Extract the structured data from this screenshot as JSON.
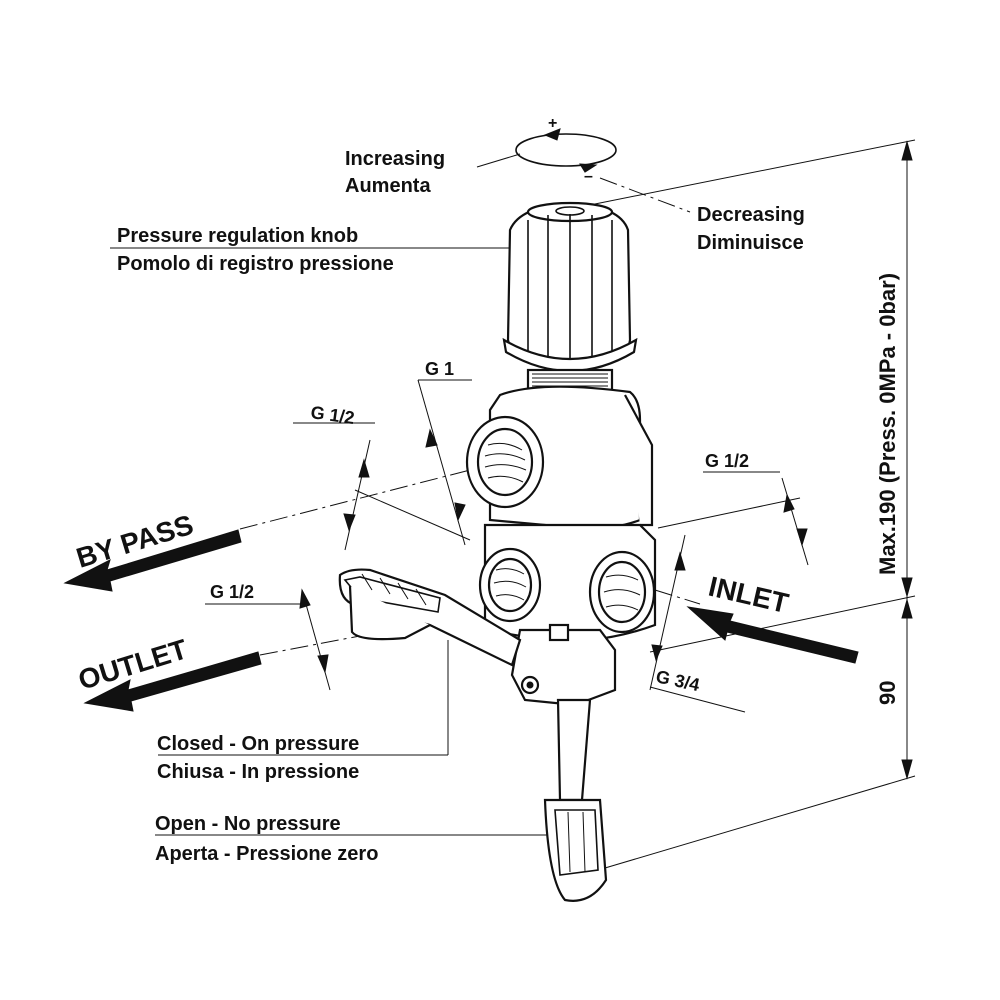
{
  "labels": {
    "increasing_en": "Increasing",
    "increasing_it": "Aumenta",
    "decreasing_en": "Decreasing",
    "decreasing_it": "Diminuisce",
    "plus": "+",
    "minus": "–",
    "knob_en": "Pressure regulation knob",
    "knob_it": "Pomolo di registro pressione",
    "g1": "G 1",
    "g12_left_top": "G 1/2",
    "g12_left_bottom": "G 1/2",
    "g12_right": "G 1/2",
    "g34": "G 3/4",
    "bypass": "BY PASS",
    "outlet": "OUTLET",
    "inlet": "INLET",
    "max_dim": "Max.190 (Press. 0MPa - 0bar)",
    "dim_90": "90",
    "closed_en": "Closed - On pressure",
    "closed_it": "Chiusa - In pressione",
    "open_en": "Open - No pressure",
    "open_it": "Aperta - Pressione zero"
  },
  "colors": {
    "ink": "#111111",
    "paper": "#ffffff"
  }
}
